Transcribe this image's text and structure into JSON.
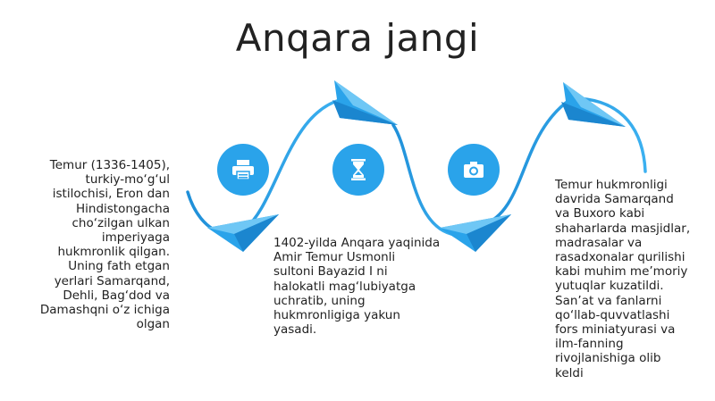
{
  "slide": {
    "title": "Anqara jangi",
    "accent_color": "#2aa3ea",
    "icons": [
      "printer-icon",
      "hourglass-icon",
      "camera-icon"
    ],
    "texts": [
      "Temur (1336-1405),\nturkiy-mo‘g‘ul\nistilochisi, Eron dan\nHindistongacha\ncho‘zilgan ulkan\nimperiyaga\nhukmronlik qilgan.\nUning fath etgan\nyerlari Samarqand,\nDehli, Bag‘dod va\nDamashqni o‘z ichiga\nolgan",
      "1402-yilda Anqara yaqinida\nAmir Temur Usmonli\nsultoni Bayazid I ni\nhalokatli mag‘lubiyatga\nuchratib, uning\nhukmronligiga yakun\nyasadi.",
      "Temur hukmronligi\ndavrida Samarqand\nva Buxoro kabi\nshaharlarda masjidlar,\nmadrasalar va\nrasadxonalar qurilishi\nkabi muhim me’moriy\nyutuqlar kuzatildi.\nSan’at va fanlarni\nqo‘llab-quvvatlashi\nfors miniatyurasi va\nilm-fanning\nrivojlanishiga olib\nkeldi"
    ]
  }
}
